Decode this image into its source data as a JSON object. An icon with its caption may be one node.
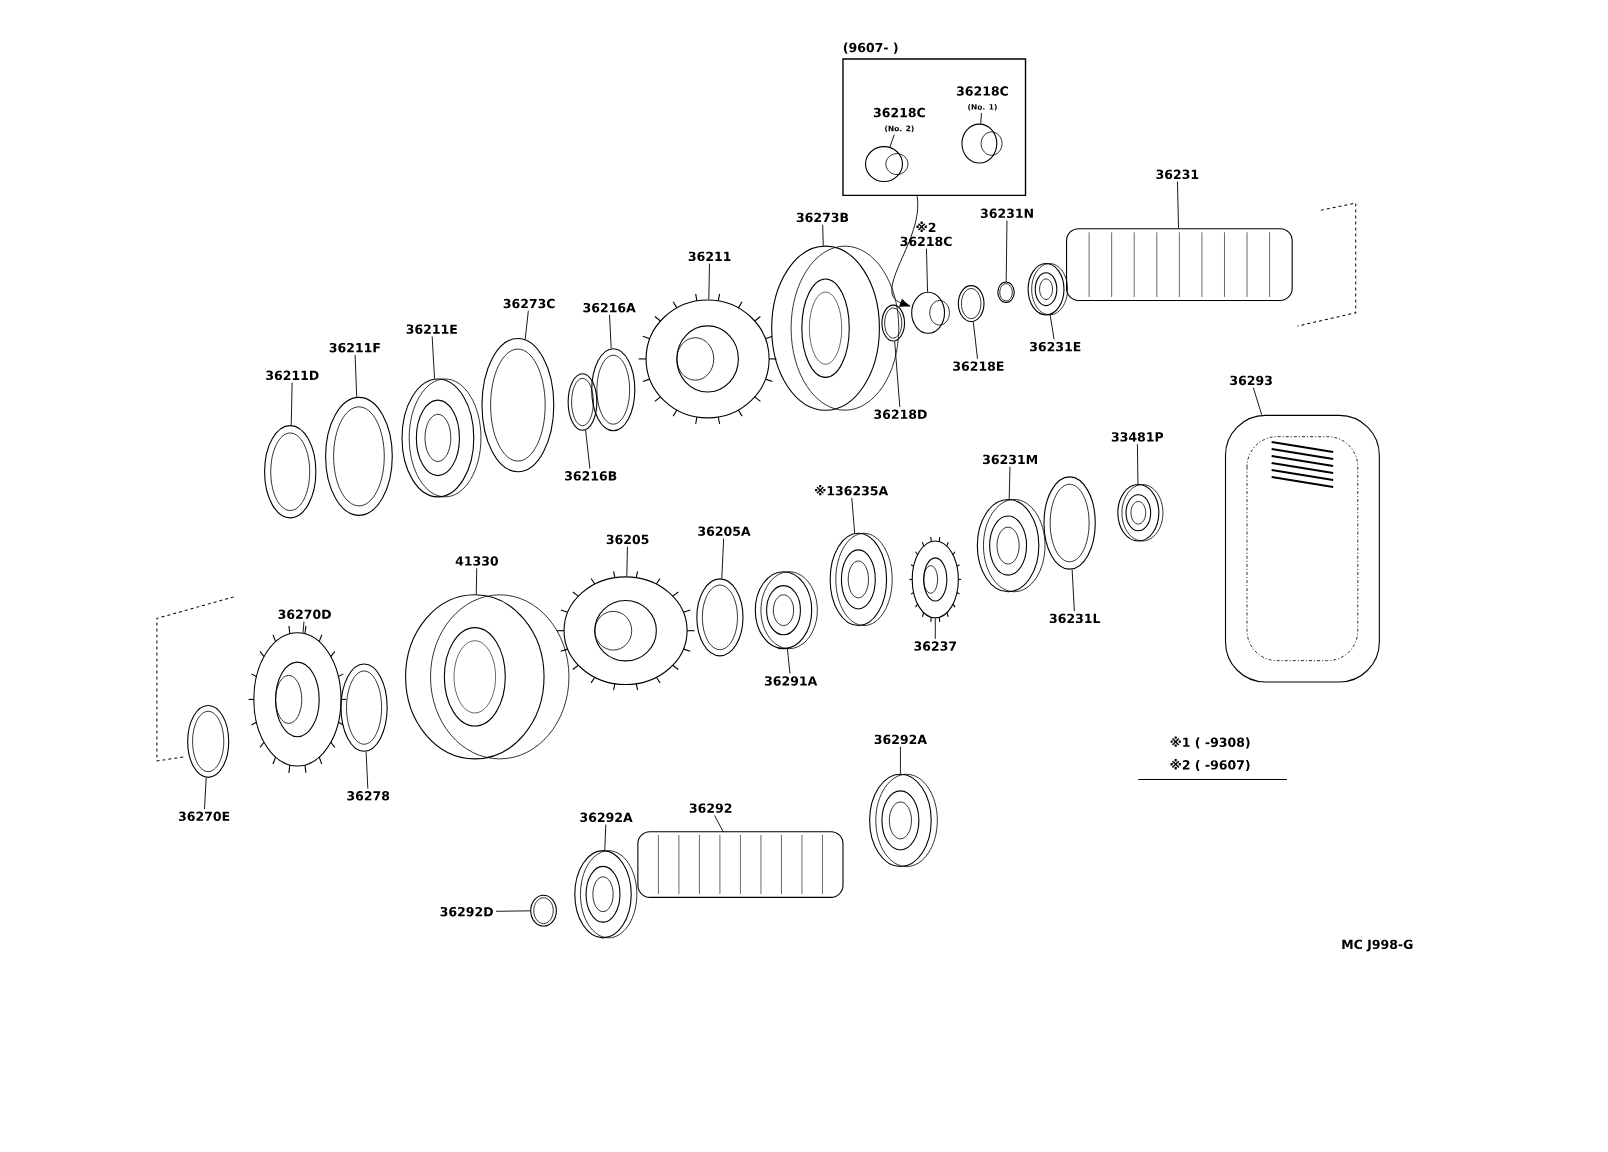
{
  "diagram": {
    "nodes": [
      {
        "text": [
          "(9607- )"
        ]
      },
      {
        "text": [
          "36218C",
          "(No. 2)"
        ],
        "in": 0
      },
      {
        "text": [],
        "shape": "cap",
        "in": 0
      },
      {
        "text": [
          "36218C",
          "(No. 1)"
        ],
        "in": 0
      },
      {
        "text": [],
        "shape": "cap",
        "in": 0
      },
      {
        "text": [
          "36231"
        ]
      },
      {
        "text": [],
        "shape": "shaft"
      },
      {
        "text": [
          "36273B"
        ]
      },
      {
        "text": [],
        "shape": "drum"
      },
      {
        "text": [
          "※2",
          "36218C"
        ]
      },
      {
        "text": [],
        "shape": "cap"
      },
      {
        "text": [
          "36231N"
        ]
      },
      {
        "text": [],
        "shape": "ring"
      },
      {
        "text": [
          "36211"
        ]
      },
      {
        "text": [],
        "shape": "gear"
      },
      {
        "text": [
          "36216A"
        ]
      },
      {
        "text": [],
        "shape": "ring"
      },
      {
        "text": [
          "36273C"
        ]
      },
      {
        "text": [],
        "shape": "ring"
      },
      {
        "text": [
          "36211E"
        ]
      },
      {
        "text": [],
        "shape": "bearing"
      },
      {
        "text": [
          "36211F"
        ]
      },
      {
        "text": [],
        "shape": "ring"
      },
      {
        "text": [
          "36211D"
        ]
      },
      {
        "text": [],
        "shape": "ring"
      },
      {
        "text": [
          "36216B"
        ]
      },
      {
        "text": [],
        "shape": "ring"
      },
      {
        "text": [
          "36218D"
        ]
      },
      {
        "text": [],
        "shape": "ring"
      },
      {
        "text": [
          "36218E"
        ]
      },
      {
        "text": [],
        "shape": "ring"
      },
      {
        "text": [
          "36231E"
        ]
      },
      {
        "text": [],
        "shape": "bearing"
      },
      {
        "text": [
          "36293"
        ]
      },
      {
        "text": [],
        "shape": "chain"
      },
      {
        "text": [
          "33481P"
        ]
      },
      {
        "text": [],
        "shape": "bearing"
      },
      {
        "text": [
          "36231M"
        ]
      },
      {
        "text": [],
        "shape": "bearing"
      },
      {
        "text": [
          "※136235A"
        ]
      },
      {
        "text": [],
        "shape": "bearing"
      },
      {
        "text": [
          "36205A"
        ]
      },
      {
        "text": [],
        "shape": "ring"
      },
      {
        "text": [
          "36205"
        ]
      },
      {
        "text": [],
        "shape": "gear"
      },
      {
        "text": [
          "41330"
        ]
      },
      {
        "text": [],
        "shape": "drum"
      },
      {
        "text": [
          "36270D"
        ]
      },
      {
        "text": [],
        "shape": "gear"
      },
      {
        "text": [
          "36278"
        ]
      },
      {
        "text": [],
        "shape": "ring"
      },
      {
        "text": [
          "36270E"
        ]
      },
      {
        "text": [],
        "shape": "ring"
      },
      {
        "text": [
          "36291A"
        ]
      },
      {
        "text": [],
        "shape": "bearing"
      },
      {
        "text": [
          "36237"
        ]
      },
      {
        "text": [],
        "shape": "gear"
      },
      {
        "text": [
          "36231L"
        ]
      },
      {
        "text": [],
        "shape": "ring"
      },
      {
        "text": [
          "36292A"
        ]
      },
      {
        "text": [],
        "shape": "bearing"
      },
      {
        "text": [
          "36292A"
        ]
      },
      {
        "text": [],
        "shape": "bearing"
      },
      {
        "text": [
          "36292"
        ]
      },
      {
        "text": [],
        "shape": "shaft"
      },
      {
        "text": [
          "36292D"
        ]
      },
      {
        "text": [],
        "shape": "ring"
      }
    ],
    "edges": [
      {
        "from": 1,
        "to": 2,
        "arrow": "none"
      },
      {
        "from": 3,
        "to": 4,
        "arrow": "none"
      },
      {
        "from": 5,
        "to": 6,
        "arrow": "none"
      },
      {
        "from": 7,
        "to": 8,
        "arrow": "none"
      },
      {
        "from": 9,
        "to": 10,
        "arrow": "none"
      },
      {
        "from": 11,
        "to": 12,
        "arrow": "none"
      },
      {
        "from": 13,
        "to": 14,
        "arrow": "none"
      },
      {
        "from": 15,
        "to": 16,
        "arrow": "none"
      },
      {
        "from": 17,
        "to": 18,
        "arrow": "none"
      },
      {
        "from": 19,
        "to": 20,
        "arrow": "none"
      },
      {
        "from": 21,
        "to": 22,
        "arrow": "none"
      },
      {
        "from": 23,
        "to": 24,
        "arrow": "none"
      },
      {
        "from": 25,
        "to": 26,
        "arrow": "none"
      },
      {
        "from": 27,
        "to": 28,
        "arrow": "none"
      },
      {
        "from": 29,
        "to": 30,
        "arrow": "none"
      },
      {
        "from": 31,
        "to": 32,
        "arrow": "none"
      },
      {
        "from": 33,
        "to": 34,
        "arrow": "none"
      },
      {
        "from": 35,
        "to": 36,
        "arrow": "none"
      },
      {
        "from": 37,
        "to": 38,
        "arrow": "none"
      },
      {
        "from": 39,
        "to": 40,
        "arrow": "none"
      },
      {
        "from": 41,
        "to": 42,
        "arrow": "none"
      },
      {
        "from": 43,
        "to": 44,
        "arrow": "none"
      },
      {
        "from": 45,
        "to": 46,
        "arrow": "none"
      },
      {
        "from": 47,
        "to": 48,
        "arrow": "none"
      },
      {
        "from": 49,
        "to": 50,
        "arrow": "none"
      },
      {
        "from": 51,
        "to": 52,
        "arrow": "none"
      },
      {
        "from": 53,
        "to": 54,
        "arrow": "none"
      },
      {
        "from": 55,
        "to": 56,
        "arrow": "none"
      },
      {
        "from": 57,
        "to": 58,
        "arrow": "none"
      },
      {
        "from": 59,
        "to": 60,
        "arrow": "none"
      },
      {
        "from": 61,
        "to": 62,
        "arrow": "none"
      },
      {
        "from": 63,
        "to": 64,
        "arrow": "none"
      },
      {
        "from": 65,
        "to": 66,
        "arrow": "none"
      },
      {
        "from": 0,
        "to": 10,
        "arrow": "to"
      }
    ],
    "labels": [
      "※1 ( -9308)",
      "※2 ( -9607)",
      "MC J998-G"
    ]
  }
}
